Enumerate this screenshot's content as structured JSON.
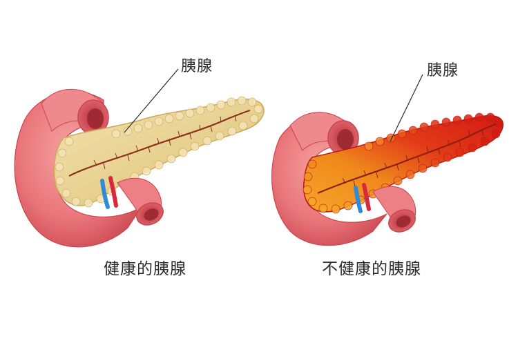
{
  "panels": {
    "healthy": {
      "label": "胰腺",
      "caption": "健康的胰腺"
    },
    "unhealthy": {
      "label": "胰腺",
      "caption": "不健康的胰腺"
    }
  },
  "colors": {
    "duodenum": "#e9757a",
    "duodenum_dark": "#c9454d",
    "duodenum_highlight": "#f5a8a6",
    "healthy_pancreas": "#ead49a",
    "healthy_pancreas_dark": "#c9a95a",
    "unhealthy_pancreas_red": "#e02418",
    "unhealthy_pancreas_orange": "#f08a1c",
    "duct": "#8a3020",
    "artery": "#d8283a",
    "vein": "#2f8ad8"
  }
}
